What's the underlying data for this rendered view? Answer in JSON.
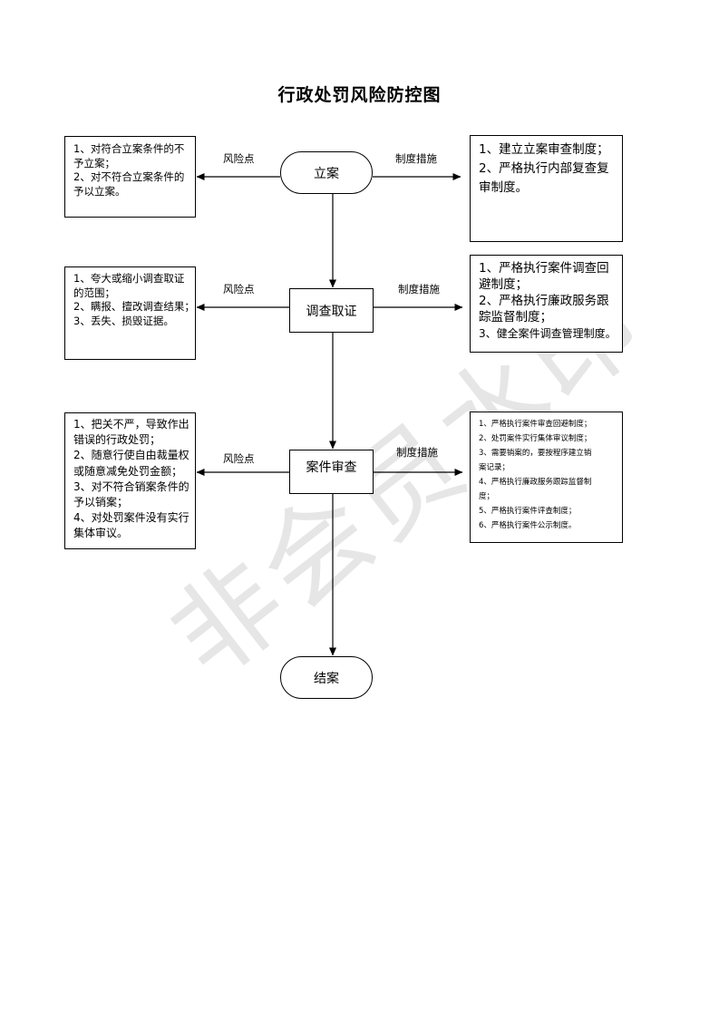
{
  "title": "行政处罚风险防控图",
  "watermark": "非会员水印",
  "nodes": {
    "start": "立案",
    "investigate": "调查取证",
    "review": "案件审查",
    "end": "结案"
  },
  "labels": {
    "risk_point": "风险点",
    "measures": "制度措施"
  },
  "stage1": {
    "risks": [
      "1、对符合立案条件的不",
      "予立案；",
      "2、对不符合立案条件的",
      "予以立案。"
    ],
    "measures": [
      "1、建立立案审查制度；",
      "2、严格执行内部复查复",
      "审制度。"
    ]
  },
  "stage2": {
    "risks": [
      "1、夸大或缩小调查取证",
      "的范围；",
      "2、瞒报、擅改调查结果；",
      "3、丢失、损毁证据。"
    ],
    "measures": [
      "1、严格执行案件调查回",
      "避制度；",
      "2、严格执行廉政服务跟",
      "踪监督制度；",
      "3、健全案件调查管理制度。"
    ]
  },
  "stage3": {
    "risks": [
      "1、把关不严，导致作出",
      "错误的行政处罚；",
      "2、随意行使自由裁量权",
      "或随意减免处罚金额；",
      "3、对不符合销案条件的",
      "予以销案；",
      "4、对处罚案件没有实行",
      "集体审议。"
    ],
    "measures": [
      "1、严格执行案件审查回避制度；",
      "2、处罚案件实行集体审议制度；",
      "3、需要销案的，要按程序建立销",
      "案记录；",
      "4、严格执行廉政服务跟踪监督制",
      "度；",
      "5、严格执行案件评查制度；",
      "6、严格执行案件公示制度。"
    ]
  }
}
